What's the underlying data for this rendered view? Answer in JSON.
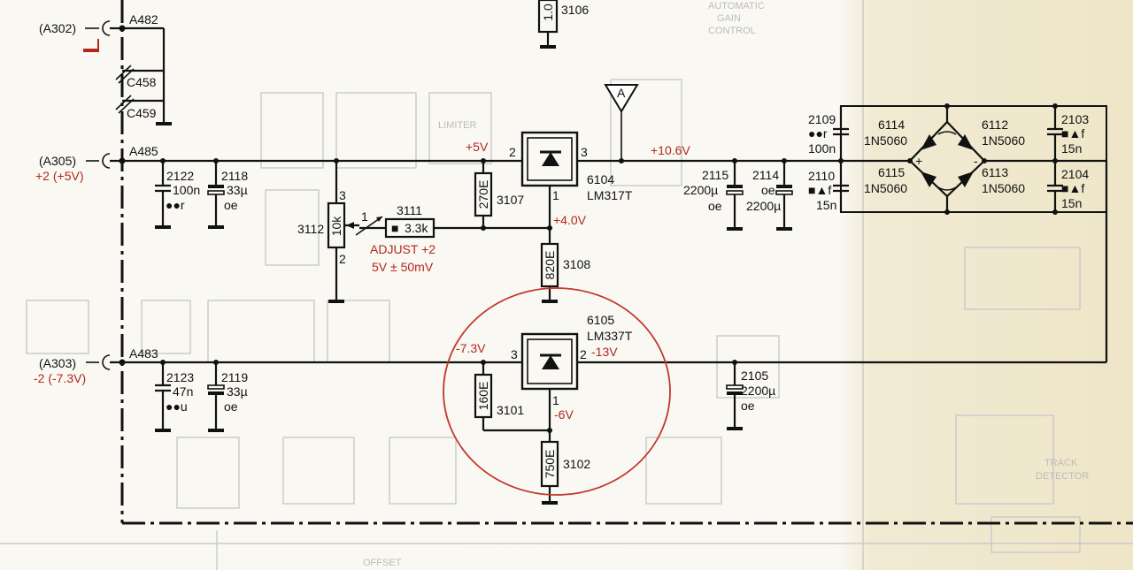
{
  "connectors": {
    "a302": "(A302)",
    "a305": "(A305)",
    "a305_value": "+2 (+5V)",
    "a303": "(A303)",
    "a303_value": "-2 (-7.3V)"
  },
  "nets": {
    "a482": "A482",
    "a485": "A485",
    "a483": "A483"
  },
  "capacitors": {
    "c458": "C458",
    "c459": "C459",
    "c2122": {
      "ref": "2122",
      "value": "100n",
      "code": "●●r"
    },
    "c2118": {
      "ref": "2118",
      "value": "33µ",
      "code": "oe"
    },
    "c2123": {
      "ref": "2123",
      "value": "47n",
      "code": "●●u"
    },
    "c2119": {
      "ref": "2119",
      "value": "33µ",
      "code": "oe"
    },
    "c2115": {
      "ref": "2115",
      "value": "2200µ",
      "code": "oe"
    },
    "c2114": {
      "ref": "2114",
      "value": "2200µ",
      "code": "oe"
    },
    "c2105": {
      "ref": "2105",
      "value": "2200µ",
      "code": "oe"
    },
    "c2109": {
      "ref": "2109",
      "value": "100n",
      "code": "●●r"
    },
    "c2110": {
      "ref": "2110",
      "value": "15n",
      "code": "■▲f"
    },
    "c2103": {
      "ref": "2103",
      "value": "15n",
      "code": "■▲f"
    },
    "c2104": {
      "ref": "2104",
      "value": "15n",
      "code": "■▲f"
    }
  },
  "resistors": {
    "r3106": {
      "ref": "3106",
      "value": "1.0"
    },
    "r3107": {
      "ref": "3107",
      "value": "270E"
    },
    "r3108": {
      "ref": "3108",
      "value": "820E"
    },
    "r3101": {
      "ref": "3101",
      "value": "160E"
    },
    "r3102": {
      "ref": "3102",
      "value": "750E"
    },
    "r3111": {
      "ref": "3111",
      "value": "3.3k",
      "code": "■"
    },
    "r3112": {
      "ref": "3112",
      "value": "10k",
      "pin1": "1",
      "pin2": "2",
      "pin3": "3"
    }
  },
  "regulators": {
    "u6104": {
      "ref": "6104",
      "part": "LM317T",
      "pin_in": "2",
      "pin_out": "3",
      "pin_adj": "1"
    },
    "u6105": {
      "ref": "6105",
      "part": "LM337T",
      "pin_in": "3",
      "pin_out": "2",
      "pin_adj": "1"
    }
  },
  "diodes": {
    "d6114": {
      "ref": "6114",
      "part": "1N5060"
    },
    "d6112": {
      "ref": "6112",
      "part": "1N5060"
    },
    "d6115": {
      "ref": "6115",
      "part": "1N5060"
    },
    "d6113": {
      "ref": "6113",
      "part": "1N5060"
    },
    "plus": "+",
    "minus": "-"
  },
  "voltages": {
    "v_plus5": "+5V",
    "v_10_6": "+10.6V",
    "v_4_0": "+4.0V",
    "v_minus7_3": "-7.3V",
    "v_minus13": "-13V",
    "v_minus6": "-6V"
  },
  "annotations": {
    "adjust_line1": "ADJUST +2",
    "adjust_line2": "5V  ± 50mV",
    "test_point": "A"
  },
  "colors": {
    "ink": "#111111",
    "annotation_red": "#b3261e"
  }
}
